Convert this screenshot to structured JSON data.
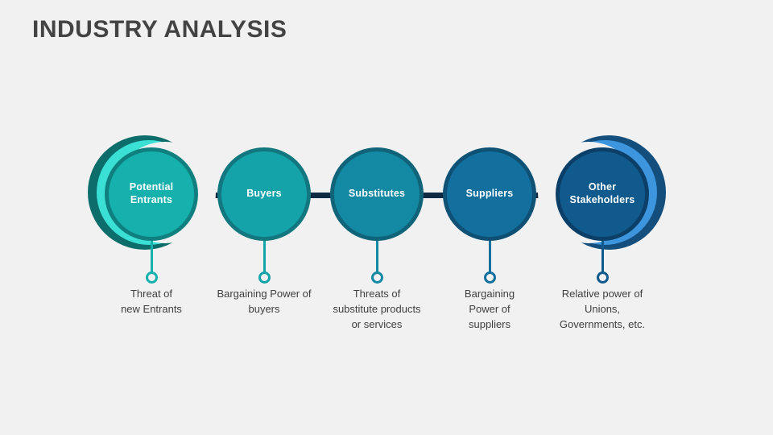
{
  "slide": {
    "title": "INDUSTRY ANALYSIS",
    "background_color": "#f1f1f1",
    "title_color": "#434343",
    "connector_color": "#102A43"
  },
  "diagram": {
    "type": "porters-five-forces-process",
    "nodes": [
      {
        "id": "potential-entrants",
        "label": "Potential\nEntrants",
        "caption": "Threat of\nnew Entrants",
        "fill": "#17b1ad",
        "ring": "#0f807f",
        "stem": "#17b1ad",
        "crescent_side": "left",
        "crescent_outer": "#0d6d6b",
        "crescent_inner": "#3ae0d4"
      },
      {
        "id": "buyers",
        "label": "Buyers",
        "caption": "Bargaining Power of\nbuyers",
        "fill": "#14a3a9",
        "ring": "#12777f",
        "stem": "#14a3a9",
        "crescent_side": "none"
      },
      {
        "id": "substitutes",
        "label": "Substitutes",
        "caption": "Threats of\nsubstitute products\nor services",
        "fill": "#1489a4",
        "ring": "#0f6479",
        "stem": "#1489a4",
        "crescent_side": "none"
      },
      {
        "id": "suppliers",
        "label": "Suppliers",
        "caption": "Bargaining\nPower of\nsuppliers",
        "fill": "#13709e",
        "ring": "#0e5175",
        "stem": "#13709e",
        "crescent_side": "none"
      },
      {
        "id": "other-stakeholders",
        "label": "Other\nStakeholders",
        "caption": "Relative power of\nUnions,\nGovernments, etc.",
        "fill": "#105a8e",
        "ring": "#0c3f68",
        "stem": "#105a8e",
        "crescent_side": "right",
        "crescent_outer": "#134E7C",
        "crescent_inner": "#3d95de"
      }
    ]
  }
}
